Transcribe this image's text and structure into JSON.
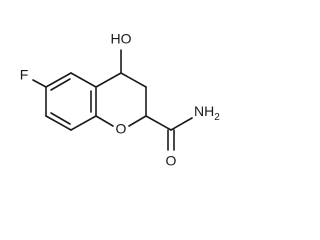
{
  "molecule": {
    "atoms": {
      "hydroxyl": "HO",
      "fluorine": "F",
      "ring_oxygen": "O",
      "amide_nitrogen": "NH",
      "amide_nitrogen_subscript": "2",
      "carbonyl_oxygen": "O"
    }
  }
}
